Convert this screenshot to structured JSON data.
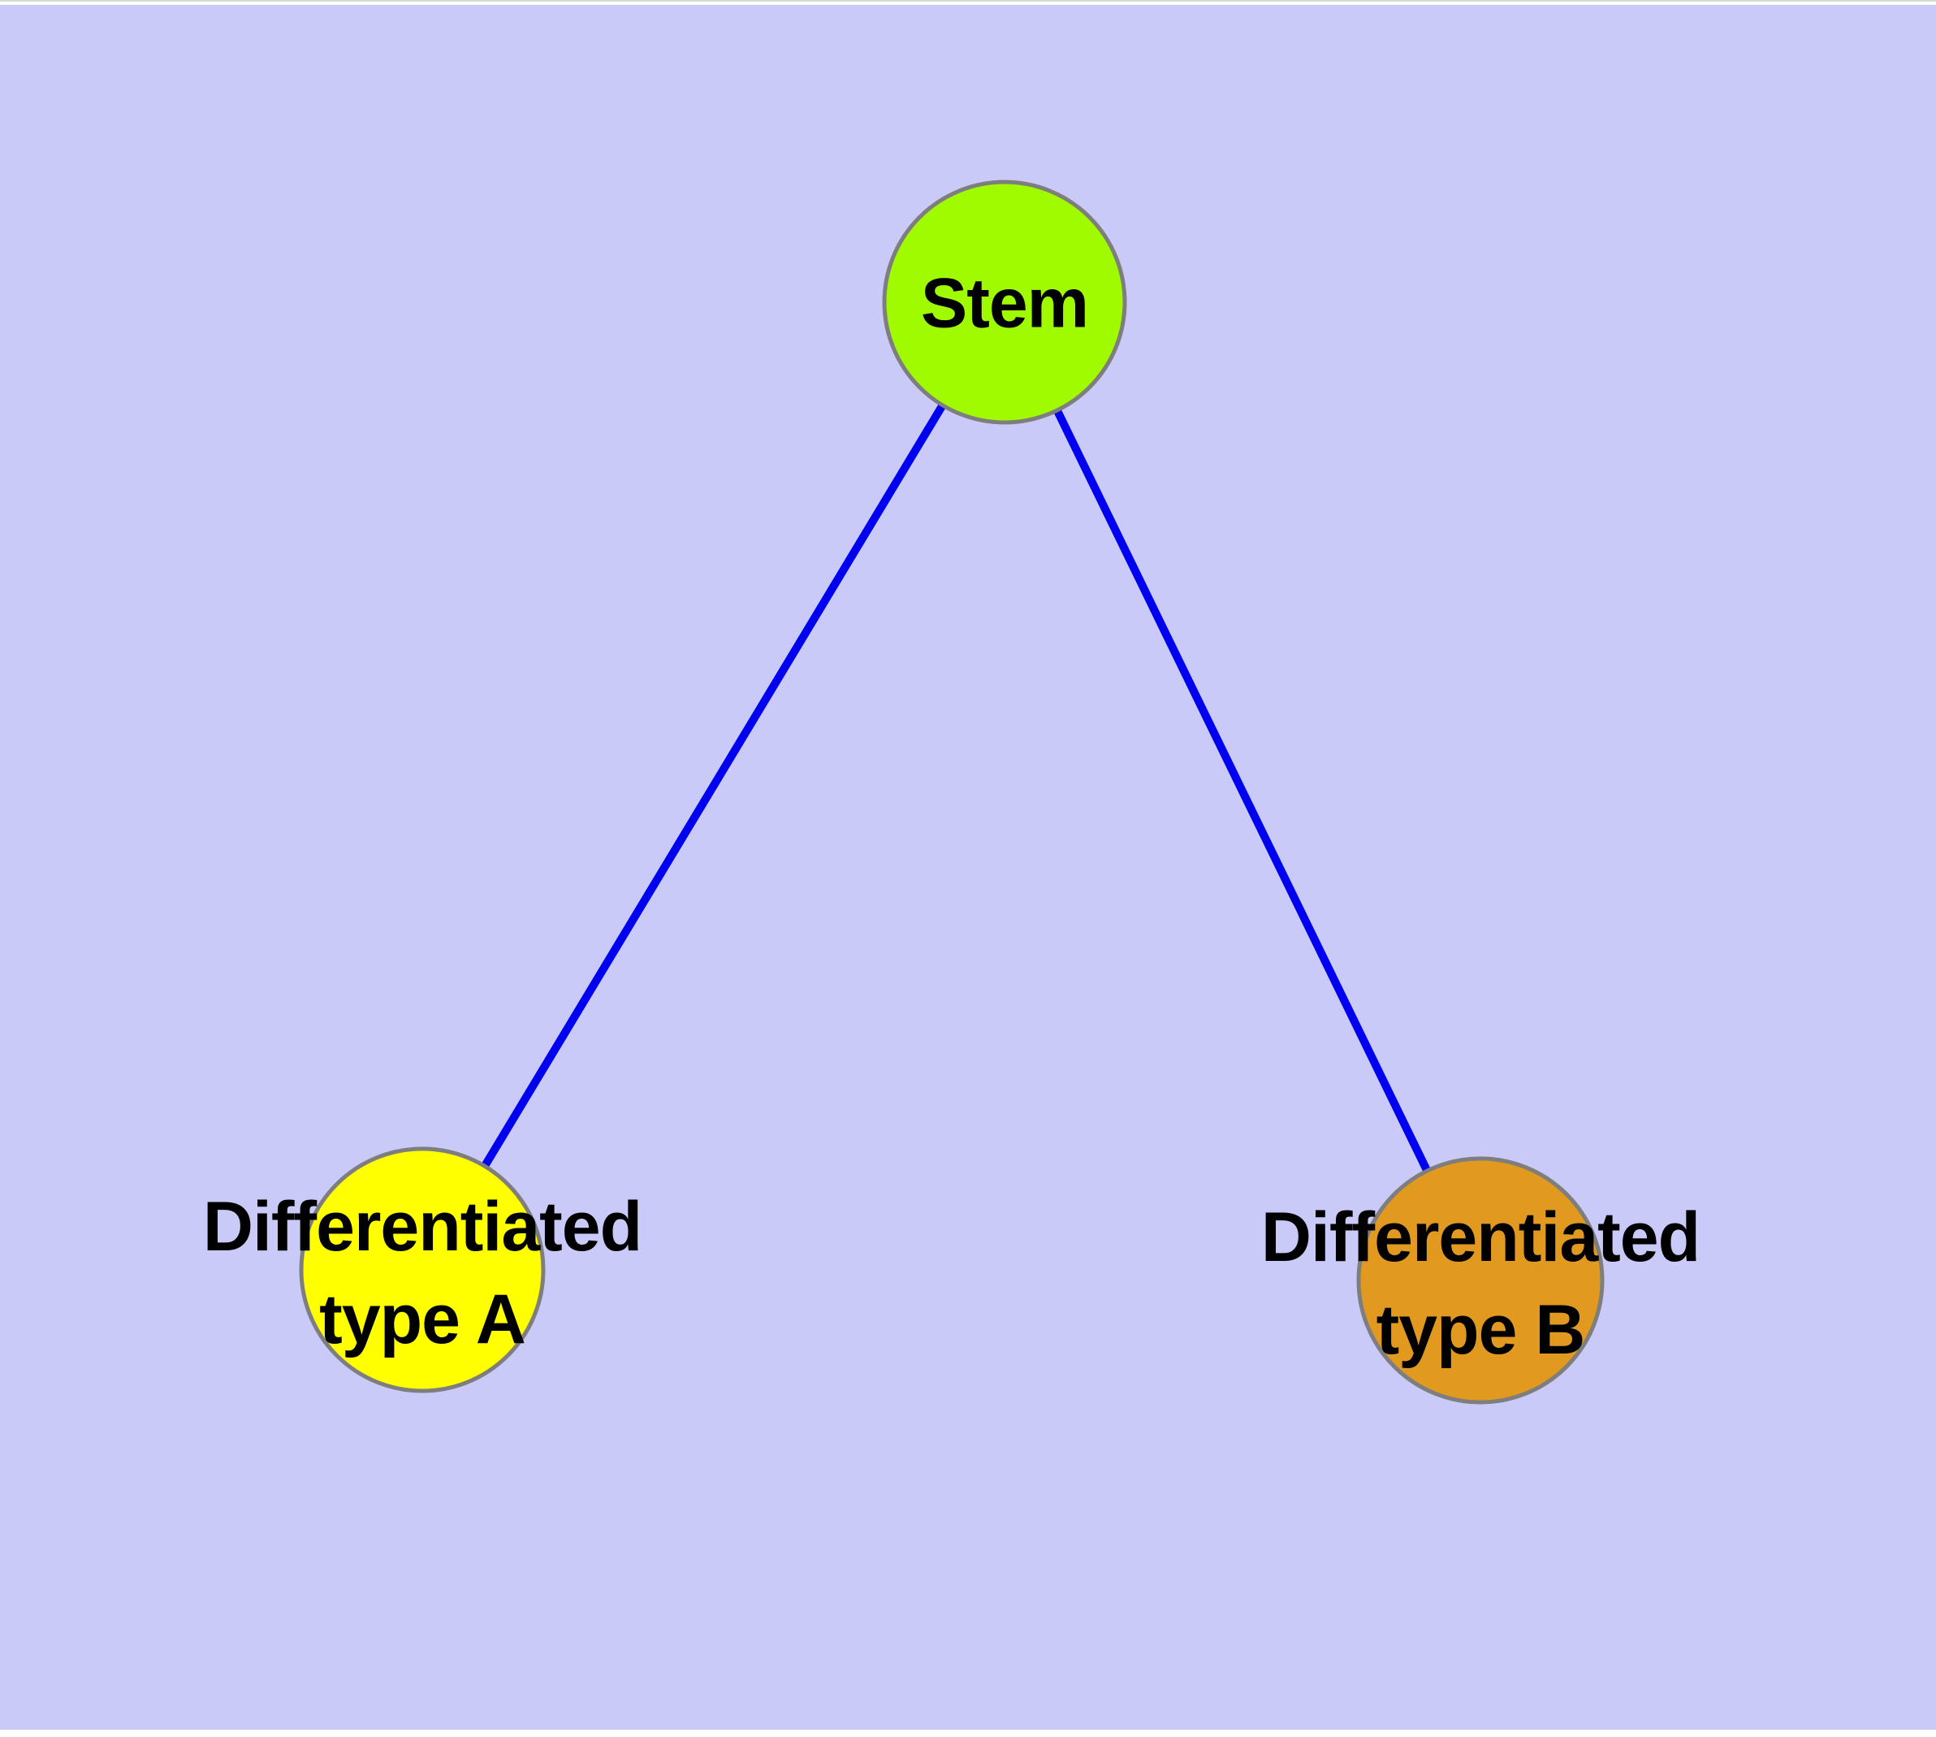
{
  "page": {
    "background": "#FFFFFF",
    "canvas_background": "#CACAF8",
    "top_border_color": "#D9D9D9"
  },
  "graph": {
    "type": "node-link-diagram",
    "edge_color": "#0000F0",
    "node_border_color": "#7E7E7E",
    "label_color": "#000000",
    "nodes": [
      {
        "id": "stem",
        "label": "Stem",
        "fill": "#A0FB00"
      },
      {
        "id": "differentiated-type-a",
        "label": "Differentiated\ntype A",
        "fill": "#FFFF00"
      },
      {
        "id": "differentiated-type-b",
        "label": "Differentiated\ntype B",
        "fill": "#E2991F"
      }
    ],
    "edges": [
      {
        "from": "stem",
        "to": "differentiated-type-a"
      },
      {
        "from": "stem",
        "to": "differentiated-type-b"
      }
    ]
  }
}
